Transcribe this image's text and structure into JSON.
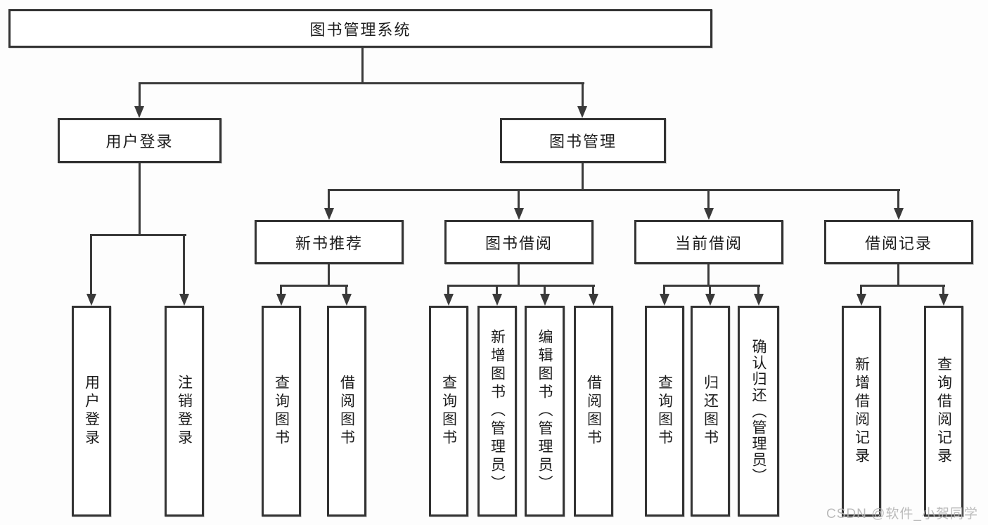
{
  "root": {
    "label": "图书管理系统"
  },
  "branches": {
    "userLogin": {
      "label": "用户登录",
      "children": [
        "用户登录",
        "注销登录"
      ]
    },
    "bookManagement": {
      "label": "图书管理",
      "modules": {
        "newBookRecommend": {
          "label": "新书推荐",
          "children": [
            "查询图书",
            "借阅图书"
          ]
        },
        "bookBorrow": {
          "label": "图书借阅",
          "children": [
            "查询图书",
            "新增图书（管理员）",
            "编辑图书（管理员）",
            "借阅图书"
          ]
        },
        "currentBorrow": {
          "label": "当前借阅",
          "children": [
            "查询图书",
            "归还图书",
            "确认归还（管理员）"
          ]
        },
        "borrowRecord": {
          "label": "借阅记录",
          "children": [
            "新增借阅记录",
            "查询借阅记录"
          ]
        }
      }
    }
  },
  "watermark": {
    "text": "CSDN @软件_小贺同学"
  },
  "colors": {
    "line": "#3a3a3a",
    "border": "#333333",
    "text": "#1c1c1c",
    "watermark": "#b4b4b4",
    "background": "#fdfdfd"
  }
}
